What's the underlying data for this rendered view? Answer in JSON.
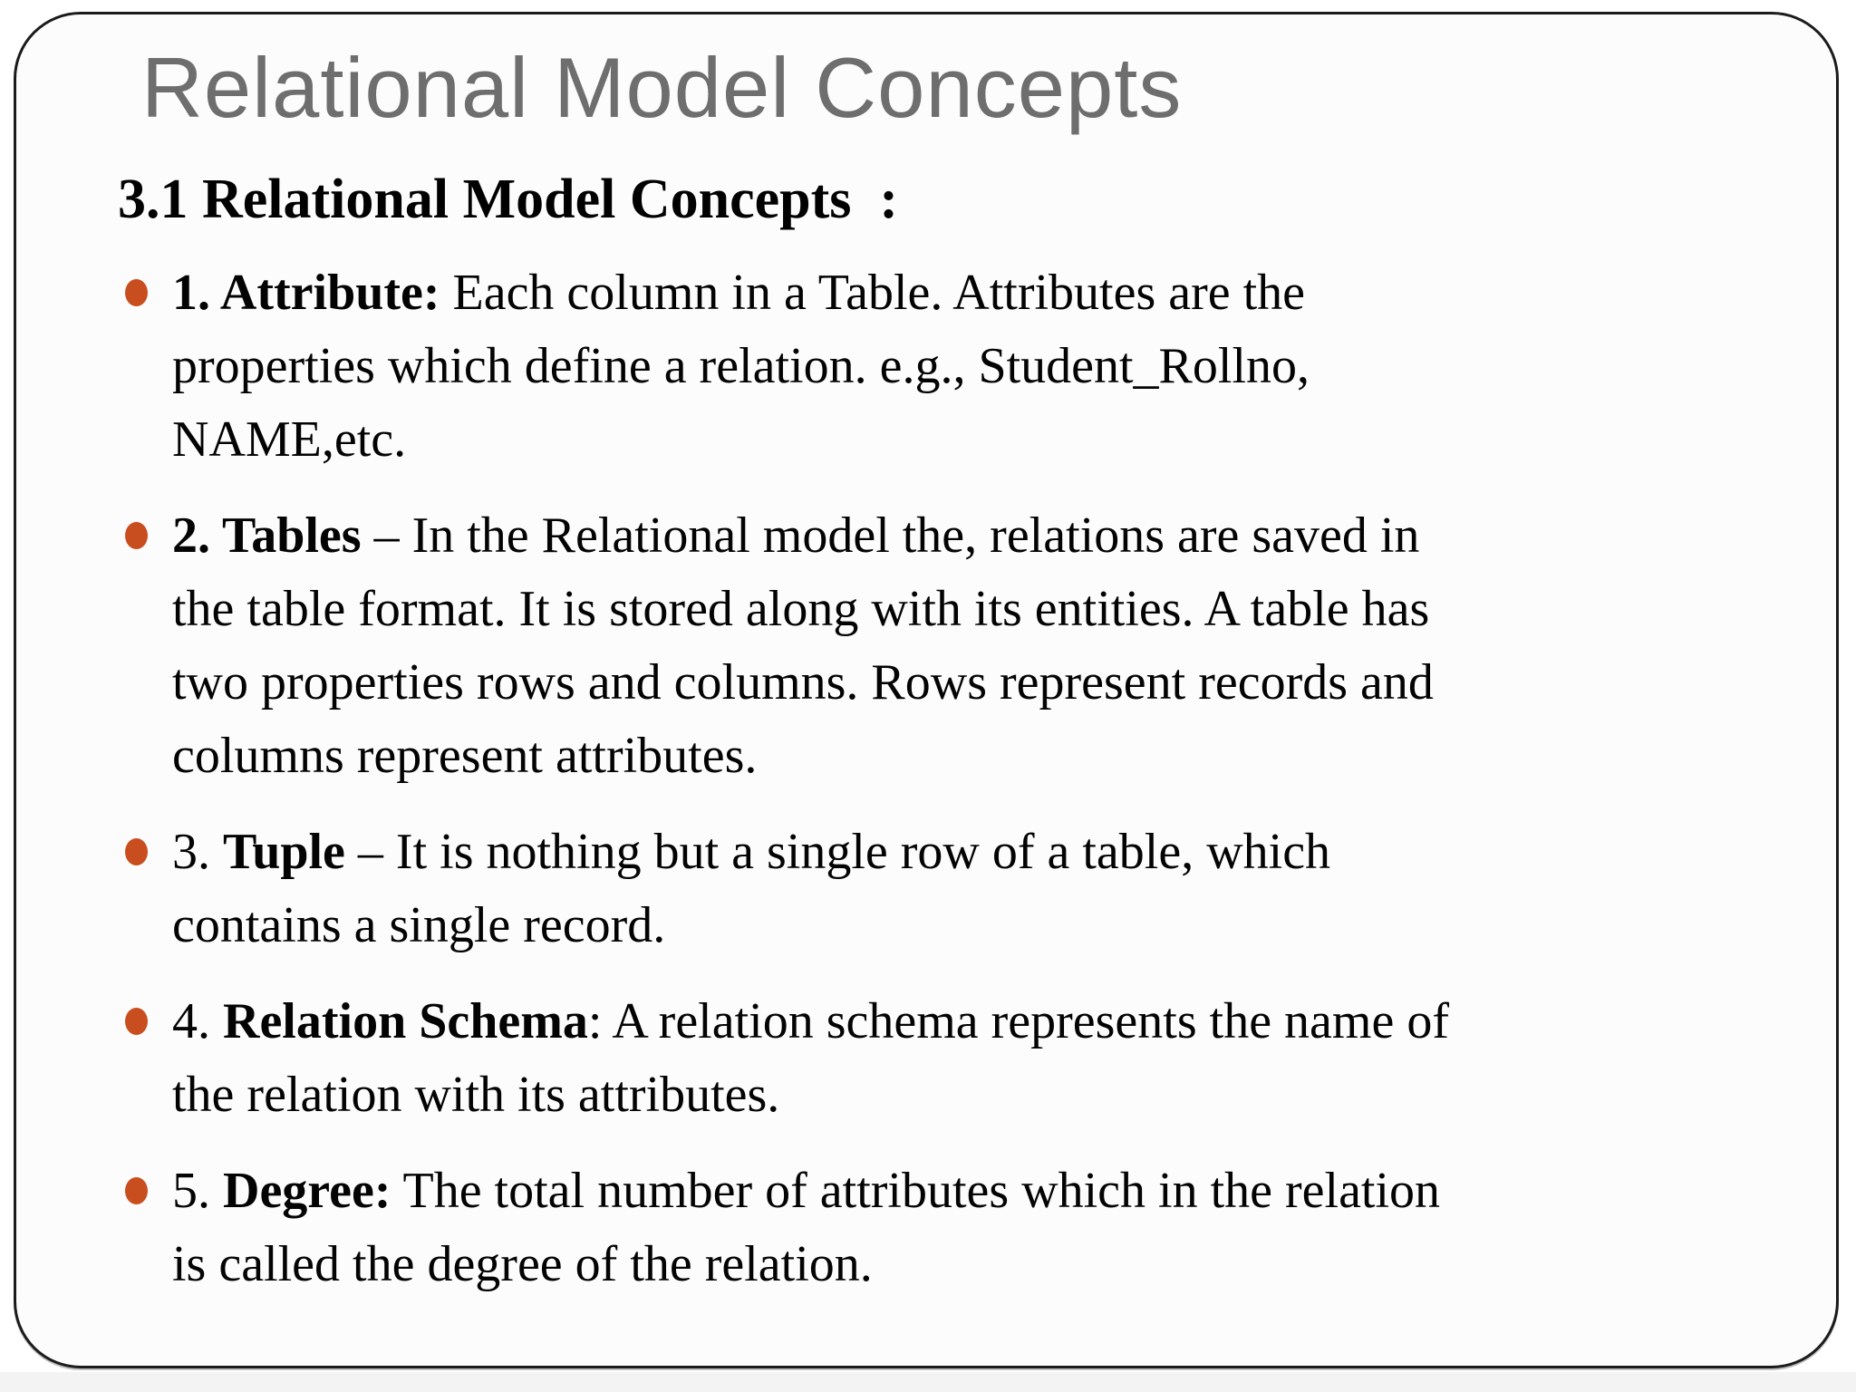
{
  "slide": {
    "title": "Relational Model Concepts",
    "section_heading": "3.1 Relational Model Concepts  :"
  },
  "bullets": [
    {
      "segments": [
        {
          "text": "1. Attribute:",
          "bold": true
        },
        {
          "text": " Each column in a Table. Attributes are the\nproperties which define a relation. e.g., Student_Rollno,\nNAME,etc.",
          "bold": false
        }
      ]
    },
    {
      "segments": [
        {
          "text": "2. Tables",
          "bold": true
        },
        {
          "text": " – In the Relational model the, relations are saved in\nthe table format. It is stored along with its entities. A table has\ntwo properties rows and columns. Rows represent records and\ncolumns represent attributes.",
          "bold": false
        }
      ]
    },
    {
      "segments": [
        {
          "text": "3. ",
          "bold": false
        },
        {
          "text": "Tuple",
          "bold": true
        },
        {
          "text": " – It is nothing but a single row of a table, which\ncontains a single record.",
          "bold": false
        }
      ]
    },
    {
      "segments": [
        {
          "text": "4. ",
          "bold": false
        },
        {
          "text": "Relation Schema",
          "bold": true
        },
        {
          "text": ": A relation schema represents the name of\nthe relation with its attributes.",
          "bold": false
        }
      ]
    },
    {
      "segments": [
        {
          "text": "5. ",
          "bold": false
        },
        {
          "text": "Degree:",
          "bold": true
        },
        {
          "text": " The total number of attributes which in the relation\nis called the degree of the relation.",
          "bold": false
        }
      ]
    }
  ],
  "colors": {
    "bullet_accent": "#c94e1f",
    "title_gray": "#6f6e6e",
    "slide_border": "#1b1b1b"
  }
}
